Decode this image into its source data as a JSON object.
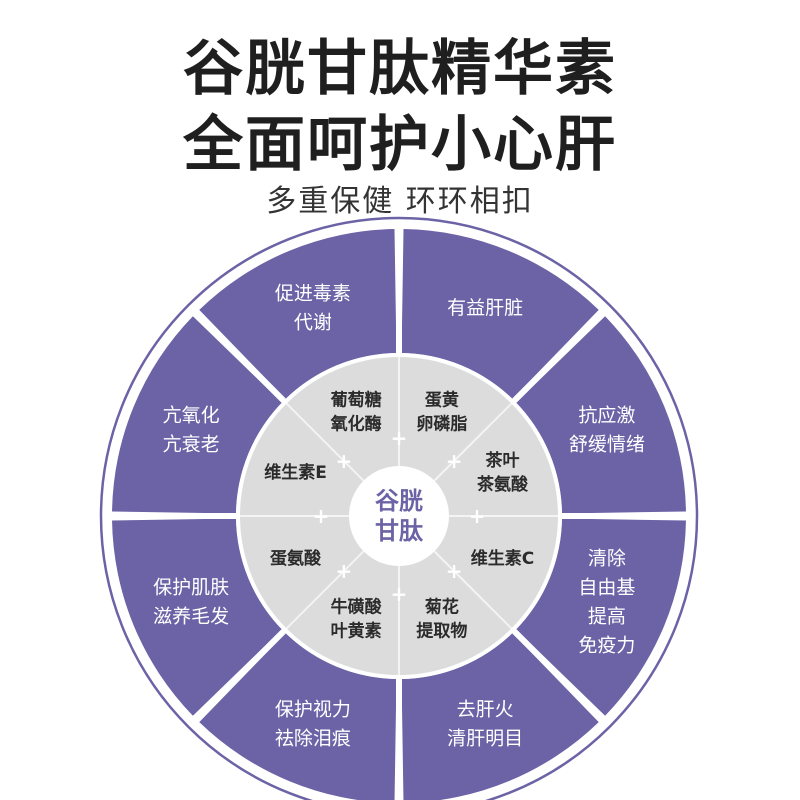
{
  "title": {
    "line1": "谷胱甘肽精华素",
    "line2": "全面呵护小心肝"
  },
  "subtitle": "多重保健  环环相扣",
  "colors": {
    "outer_segment": "#6b63a6",
    "inner_disc": "#dcdcdc",
    "center": "#ffffff",
    "accent": "#6b63a6"
  },
  "center_label": [
    "谷胱",
    "甘肽"
  ],
  "outer_segments": [
    {
      "lines": [
        "有益肝脏"
      ]
    },
    {
      "lines": [
        "抗应激",
        "舒缓情绪"
      ]
    },
    {
      "lines": [
        "清除",
        "自由基",
        "提高",
        "免疫力"
      ]
    },
    {
      "lines": [
        "去肝火",
        "清肝明目"
      ]
    },
    {
      "lines": [
        "保护视力",
        "祛除泪痕"
      ]
    },
    {
      "lines": [
        "保护肌肤",
        "滋养毛发"
      ]
    },
    {
      "lines": [
        "亢氧化",
        "亢衰老"
      ]
    },
    {
      "lines": [
        "促进毒素",
        "代谢"
      ]
    }
  ],
  "inner_segments": [
    {
      "lines": [
        "蛋黄",
        "卵磷脂"
      ]
    },
    {
      "lines": [
        "茶叶",
        "茶氨酸"
      ]
    },
    {
      "lines": [
        "维生素C"
      ]
    },
    {
      "lines": [
        "菊花",
        "提取物"
      ]
    },
    {
      "lines": [
        "牛磺酸",
        "叶黄素"
      ]
    },
    {
      "lines": [
        "蛋氨酸"
      ]
    },
    {
      "lines": [
        "维生素E"
      ]
    },
    {
      "lines": [
        "葡萄糖",
        "氧化酶"
      ]
    }
  ],
  "separator_symbol": "+"
}
